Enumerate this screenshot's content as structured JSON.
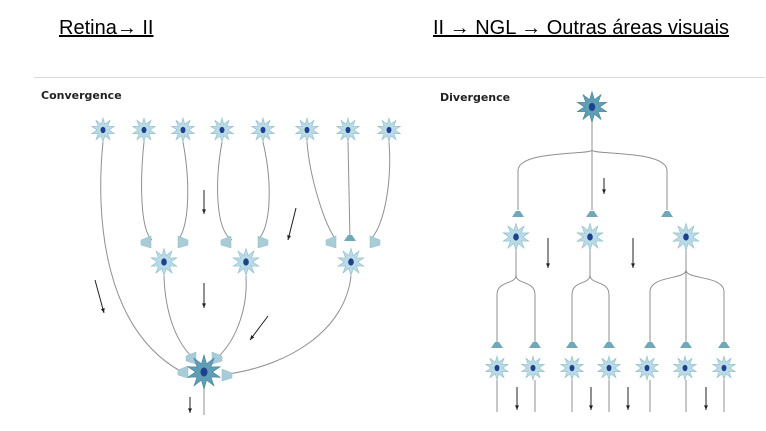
{
  "titles": {
    "left": "Retina→ II",
    "right": "II → NGL → Outras áreas visuais"
  },
  "panels": {
    "convergence": "Convergence",
    "divergence": "Divergence"
  },
  "colors": {
    "cell_light": "#b8dbe6",
    "cell_dark": "#5f9fb6",
    "nucleus": "#1f3f8f",
    "axon": "#8f8f8f",
    "terminal": "#a8ccd8",
    "terminal_dark": "#6fa8b8",
    "arrow": "#222222",
    "divider": "#d9d9d9"
  }
}
